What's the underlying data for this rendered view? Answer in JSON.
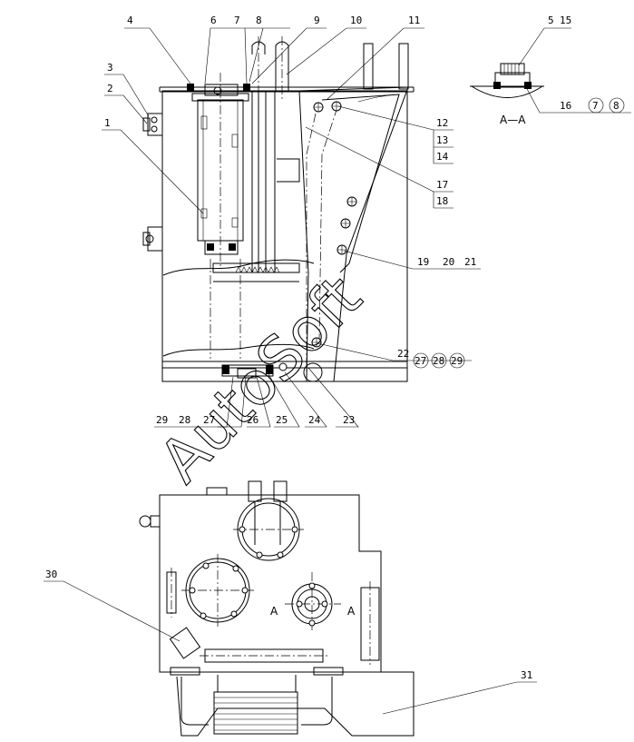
{
  "drawing": {
    "watermark": "AutoSoft",
    "section_label": "A—A",
    "section_marker_left": "A",
    "section_marker_right": "A",
    "callouts_top": [
      "1",
      "2",
      "3",
      "4",
      "6",
      "7",
      "8",
      "9",
      "10",
      "11",
      "5",
      "15",
      "16"
    ],
    "callouts_right": [
      "12",
      "13",
      "14",
      "17",
      "18",
      "19",
      "20",
      "21",
      "22",
      "27",
      "28",
      "29"
    ],
    "callouts_bottom": [
      "29",
      "28",
      "27",
      "26",
      "25",
      "24",
      "23"
    ],
    "callouts_lower_view": [
      "30",
      "31"
    ]
  }
}
